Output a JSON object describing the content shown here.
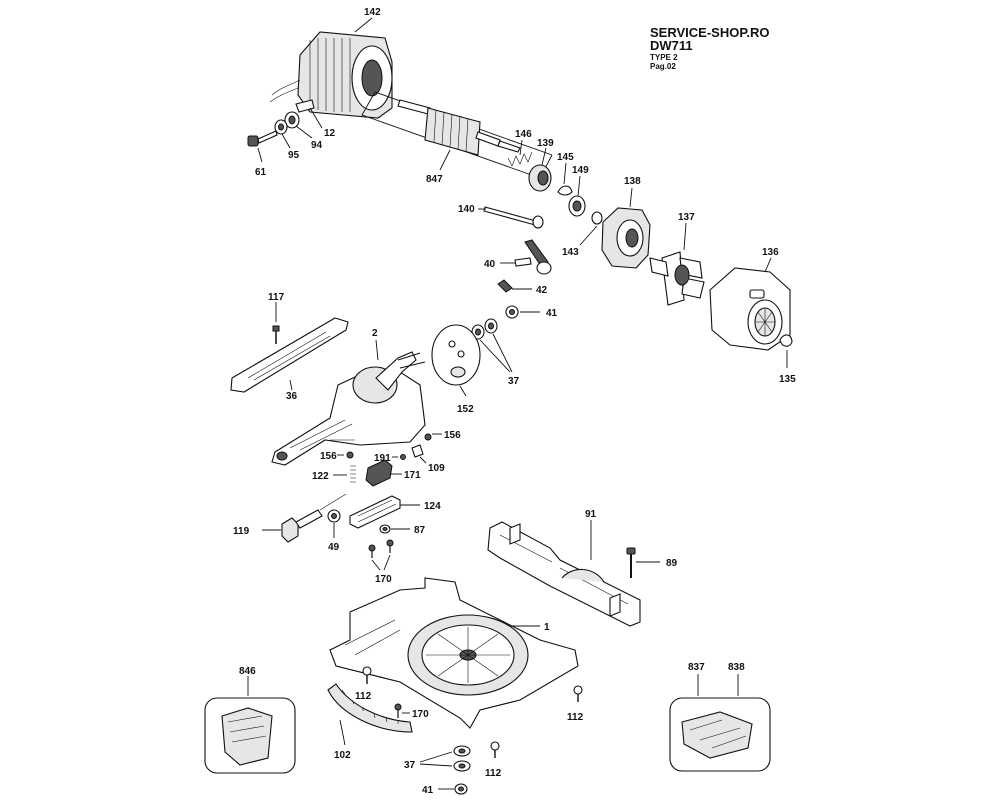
{
  "header": {
    "site": "SERVICE-SHOP.RO",
    "model": "DW711",
    "type": "TYPE 2",
    "page": "Pag.02"
  },
  "part_labels": {
    "p142": "142",
    "p12": "12",
    "p94": "94",
    "p95": "95",
    "p61": "61",
    "p847": "847",
    "p146": "146",
    "p139": "139",
    "p145": "145",
    "p149": "149",
    "p138": "138",
    "p140": "140",
    "p143": "143",
    "p137": "137",
    "p136": "136",
    "p135": "135",
    "p40": "40",
    "p42": "42",
    "p41a": "41",
    "p117": "117",
    "p2": "2",
    "p36": "36",
    "p152": "152",
    "p37a": "37",
    "p156a": "156",
    "p156b": "156",
    "p191": "191",
    "p109": "109",
    "p122": "122",
    "p171": "171",
    "p124": "124",
    "p119": "119",
    "p49": "49",
    "p87": "87",
    "p170a": "170",
    "p91": "91",
    "p89": "89",
    "p1": "1",
    "p846": "846",
    "p112a": "112",
    "p170b": "170",
    "p112b": "112",
    "p102": "102",
    "p37b": "37",
    "p112c": "112",
    "p41b": "41",
    "p837": "837",
    "p838": "838"
  }
}
